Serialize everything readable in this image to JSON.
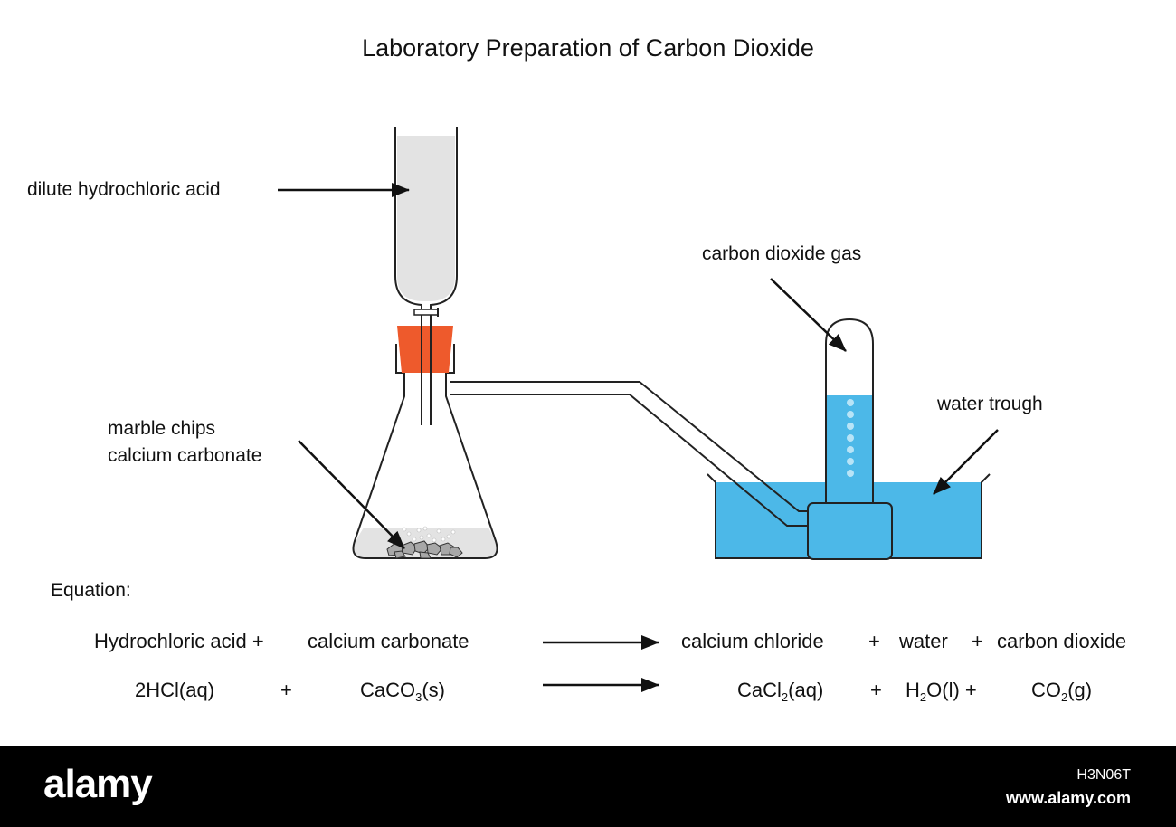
{
  "title": "Laboratory Preparation of Carbon Dioxide",
  "labels": {
    "acid": "dilute hydrochloric acid",
    "gas": "carbon dioxide gas",
    "trough": "water trough",
    "marble_line1": "marble chips",
    "marble_line2": "calcium carbonate"
  },
  "equation": {
    "heading": "Equation:",
    "words": {
      "reactant1": "Hydrochloric acid +",
      "reactant2": "calcium carbonate",
      "product1": "calcium chloride",
      "plus1": "+",
      "product2": "water",
      "plus2": "+",
      "product3": "carbon dioxide"
    },
    "symbols": {
      "hcl": "2HCl(aq)",
      "plus_r": "+",
      "caco3_a": "CaCO",
      "caco3_sub": "3",
      "caco3_b": "(s)",
      "cacl2_a": "CaCl",
      "cacl2_sub": "2",
      "cacl2_b": "(aq)",
      "plus_p1": "+",
      "h2o_a": "H",
      "h2o_sub": "2",
      "h2o_b": "O(l) +",
      "co2_a": "CO",
      "co2_sub": "2",
      "co2_b": "(g)"
    }
  },
  "watermark": {
    "brand": "alamy",
    "image_id": "H3N06T",
    "site": "www.alamy.com"
  },
  "colors": {
    "acid_fill": "#e3e3e3",
    "stopper": "#ee5a2c",
    "water": "#4cb8e8",
    "bubbles": "#b8e4f7",
    "outline": "#222222"
  }
}
